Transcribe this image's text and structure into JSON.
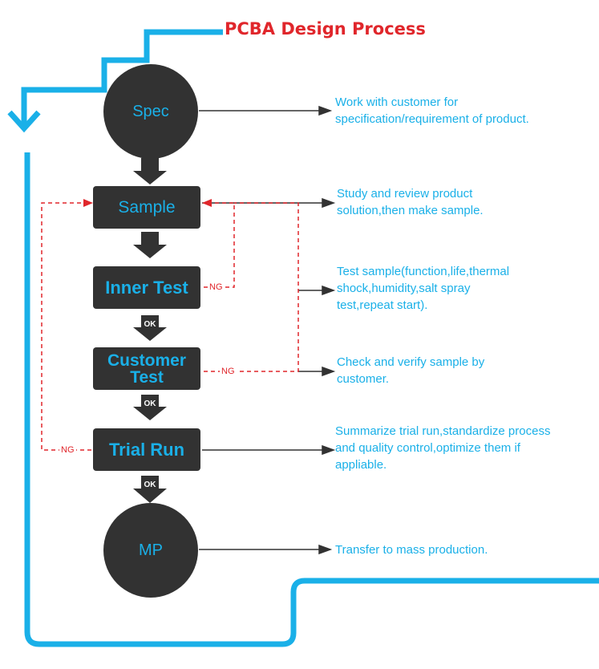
{
  "title": "PCBA Design Process",
  "nodes": {
    "spec": "Spec",
    "sample": "Sample",
    "inner_test": "Inner Test",
    "customer_test_line1": "Customer",
    "customer_test_line2": "Test",
    "trial_run": "Trial Run",
    "mp": "MP"
  },
  "descriptions": {
    "spec": [
      "Work with customer for",
      "specification/requirement of product."
    ],
    "sample": [
      "Study and review product",
      "solution,then make sample."
    ],
    "inner_test": [
      "Test sample(function,life,thermal",
      "shock,humidity,salt spray",
      "test,repeat start)."
    ],
    "customer_test": [
      "Check and verify sample by",
      "customer."
    ],
    "trial_run": [
      "Summarize trial run,standardize process",
      "and quality control,optimize them if",
      "appliable."
    ],
    "mp": [
      "Transfer to mass production."
    ]
  },
  "labels": {
    "ng": "NG",
    "ok": "OK"
  },
  "colors": {
    "accent_blue": "#1ab0e8",
    "node_fill": "#323232",
    "title_red": "#e0262b",
    "ng_red": "#e0262b"
  }
}
